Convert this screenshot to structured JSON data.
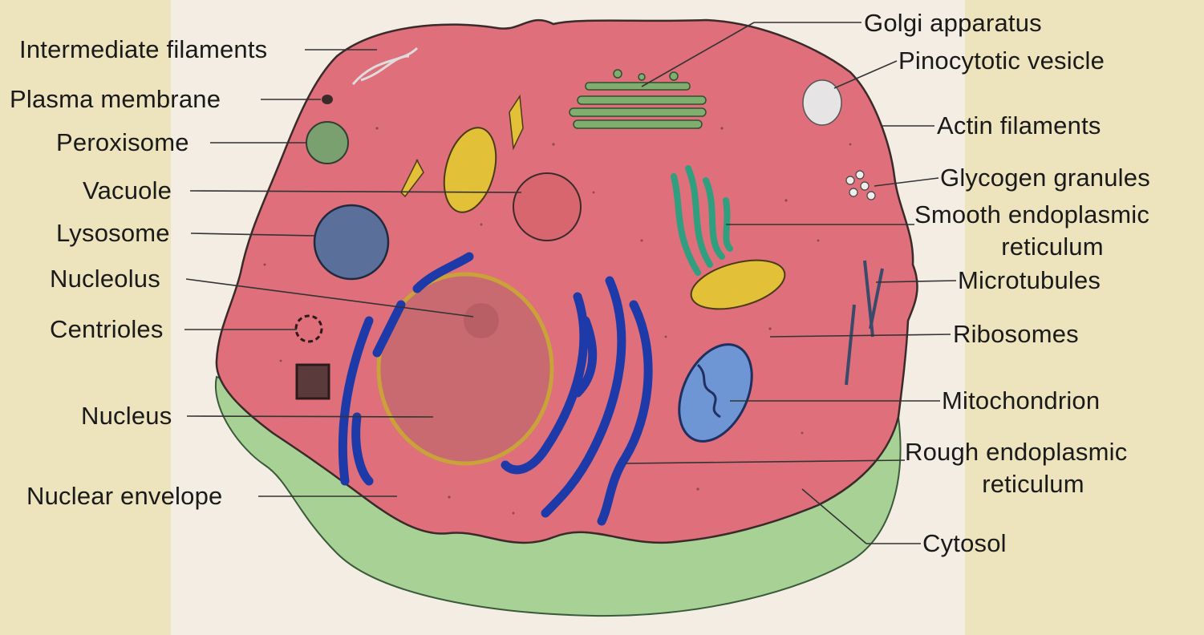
{
  "labels": {
    "intermediate_filaments": "Intermediate filaments",
    "plasma_membrane": "Plasma membrane",
    "peroxisome": "Peroxisome",
    "vacuole": "Vacuole",
    "lysosome": "Lysosome",
    "nucleolus": "Nucleolus",
    "centrioles": "Centrioles",
    "nucleus": "Nucleus",
    "nuclear_envelope": "Nuclear envelope",
    "golgi_apparatus": "Golgi apparatus",
    "pinocytotic_vesicle": "Pinocytotic vesicle",
    "actin_filaments": "Actin filaments",
    "glycogen_granules": "Glycogen granules",
    "smooth_er_line1": "Smooth endoplasmic",
    "smooth_er_line2": "reticulum",
    "microtubules": "Microtubules",
    "ribosomes": "Ribosomes",
    "mitochondrion": "Mitochondrion",
    "rough_er_line1": "Rough endoplasmic",
    "rough_er_line2": "reticulum",
    "cytosol": "Cytosol"
  },
  "colors": {
    "background": "#ede3bd",
    "cytoplasm": "#df6f7b",
    "cytosol_green": "#9fcf8f",
    "rough_er": "#1e3aa8",
    "smooth_er": "#2f9f7f",
    "mitochondrion": "#6f96d4",
    "lysosome": "#5a6f9a",
    "peroxisome": "#7aa070",
    "vesicle_yellow": "#e2c038",
    "nucleus": "#c86a70",
    "leader_line": "#333333"
  }
}
